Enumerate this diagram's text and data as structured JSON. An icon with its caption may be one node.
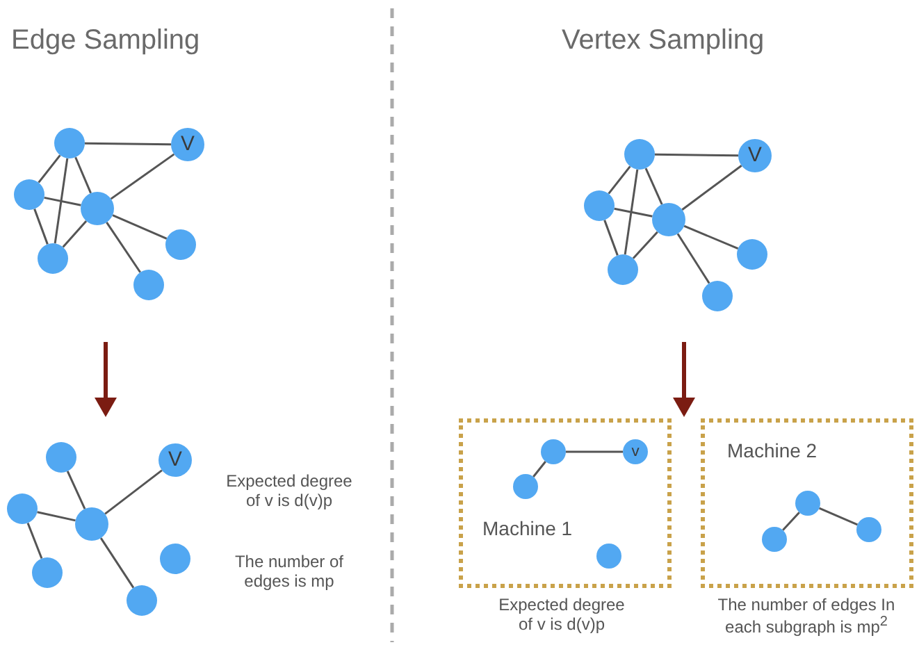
{
  "diagram": {
    "nodes": [
      {
        "text": [],
        "shape": "circle"
      },
      {
        "text": [
          "V"
        ]
      },
      {
        "text": [],
        "shape": "circle"
      },
      {
        "text": [],
        "shape": "circle"
      },
      {
        "text": [],
        "shape": "circle"
      },
      {
        "text": [],
        "shape": "circle"
      },
      {
        "text": [],
        "shape": "circle"
      },
      {
        "text": [],
        "shape": "circle"
      },
      {
        "text": [
          "V"
        ]
      },
      {
        "text": [],
        "shape": "circle"
      },
      {
        "text": [],
        "shape": "circle"
      },
      {
        "text": [],
        "shape": "circle"
      },
      {
        "text": [],
        "shape": "circle"
      },
      {
        "text": [],
        "shape": "circle"
      },
      {
        "text": [],
        "shape": "circle"
      },
      {
        "text": [
          "V"
        ]
      },
      {
        "text": [],
        "shape": "circle"
      },
      {
        "text": [],
        "shape": "circle"
      },
      {
        "text": [],
        "shape": "circle"
      },
      {
        "text": [],
        "shape": "circle"
      },
      {
        "text": [],
        "shape": "circle"
      },
      {
        "text": [
          "Machine 1"
        ]
      },
      {
        "text": [],
        "shape": "circle",
        "in": 21
      },
      {
        "text": [
          "v"
        ],
        "in": 21
      },
      {
        "text": [],
        "shape": "circle",
        "in": 21
      },
      {
        "text": [],
        "shape": "circle",
        "in": 21
      },
      {
        "text": [
          "Machine 2"
        ]
      },
      {
        "text": [],
        "shape": "circle",
        "in": 26
      },
      {
        "text": [],
        "shape": "circle",
        "in": 26
      },
      {
        "text": [],
        "shape": "circle",
        "in": 26
      }
    ],
    "edges": [
      {
        "from": 0,
        "to": 1,
        "arrow": "none"
      },
      {
        "from": 0,
        "to": 2,
        "arrow": "none"
      },
      {
        "from": 0,
        "to": 4,
        "arrow": "none"
      },
      {
        "from": 0,
        "to": 3,
        "arrow": "none"
      },
      {
        "from": 2,
        "to": 3,
        "arrow": "none"
      },
      {
        "from": 2,
        "to": 4,
        "arrow": "none"
      },
      {
        "from": 3,
        "to": 4,
        "arrow": "none"
      },
      {
        "from": 3,
        "to": 1,
        "arrow": "none"
      },
      {
        "from": 3,
        "to": 5,
        "arrow": "none"
      },
      {
        "from": 3,
        "to": 6,
        "arrow": "none"
      },
      {
        "from": 7,
        "to": 8,
        "arrow": "none"
      },
      {
        "from": 7,
        "to": 9,
        "arrow": "none"
      },
      {
        "from": 7,
        "to": 11,
        "arrow": "none"
      },
      {
        "from": 7,
        "to": 10,
        "arrow": "none"
      },
      {
        "from": 9,
        "to": 10,
        "arrow": "none"
      },
      {
        "from": 9,
        "to": 11,
        "arrow": "none"
      },
      {
        "from": 10,
        "to": 11,
        "arrow": "none"
      },
      {
        "from": 10,
        "to": 8,
        "arrow": "none"
      },
      {
        "from": 10,
        "to": 12,
        "arrow": "none"
      },
      {
        "from": 10,
        "to": 13,
        "arrow": "none"
      },
      {
        "from": 14,
        "to": 17,
        "arrow": "none"
      },
      {
        "from": 15,
        "to": 17,
        "arrow": "none"
      },
      {
        "from": 16,
        "to": 17,
        "arrow": "none"
      },
      {
        "from": 16,
        "to": 18,
        "arrow": "none"
      },
      {
        "from": 17,
        "to": 20,
        "arrow": "none"
      },
      {
        "from": 22,
        "to": 23,
        "arrow": "none"
      },
      {
        "from": 22,
        "to": 24,
        "arrow": "none"
      },
      {
        "from": 27,
        "to": 28,
        "arrow": "none"
      },
      {
        "from": 27,
        "to": 29,
        "arrow": "none"
      }
    ],
    "labels": [
      "Edge Sampling",
      "Vertex Sampling",
      "Expected degree of v is d(v)p",
      "The number of edges is mp",
      "Expected degree of v is d(v)p",
      "The number of edges In each subgraph is mp$^{2}$"
    ]
  }
}
